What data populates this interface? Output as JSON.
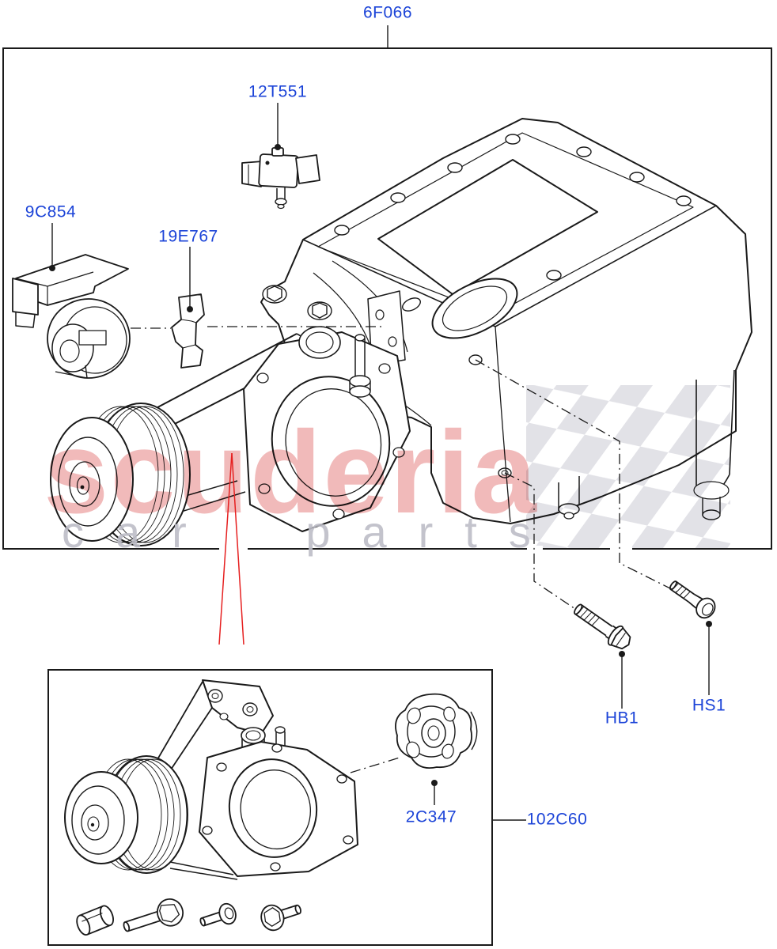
{
  "figure": {
    "part_labels": {
      "l6f066": "6F066",
      "l12t551": "12T551",
      "l9c854": "9C854",
      "l19e767": "19E767",
      "l2c347": "2C347",
      "l102c60": "102C60",
      "lhb1": "HB1",
      "lhs1": "HS1"
    },
    "watermark": {
      "brand": "scuderia",
      "subtitle": "car parts"
    }
  },
  "colors": {
    "label_blue": "#1c44d8",
    "line_black": "#1a1a1a",
    "arrow_red": "#e62020",
    "watermark_pink": "#e06666",
    "watermark_gray": "#bcbcc6",
    "flag_gray": "#e2e2e7"
  }
}
